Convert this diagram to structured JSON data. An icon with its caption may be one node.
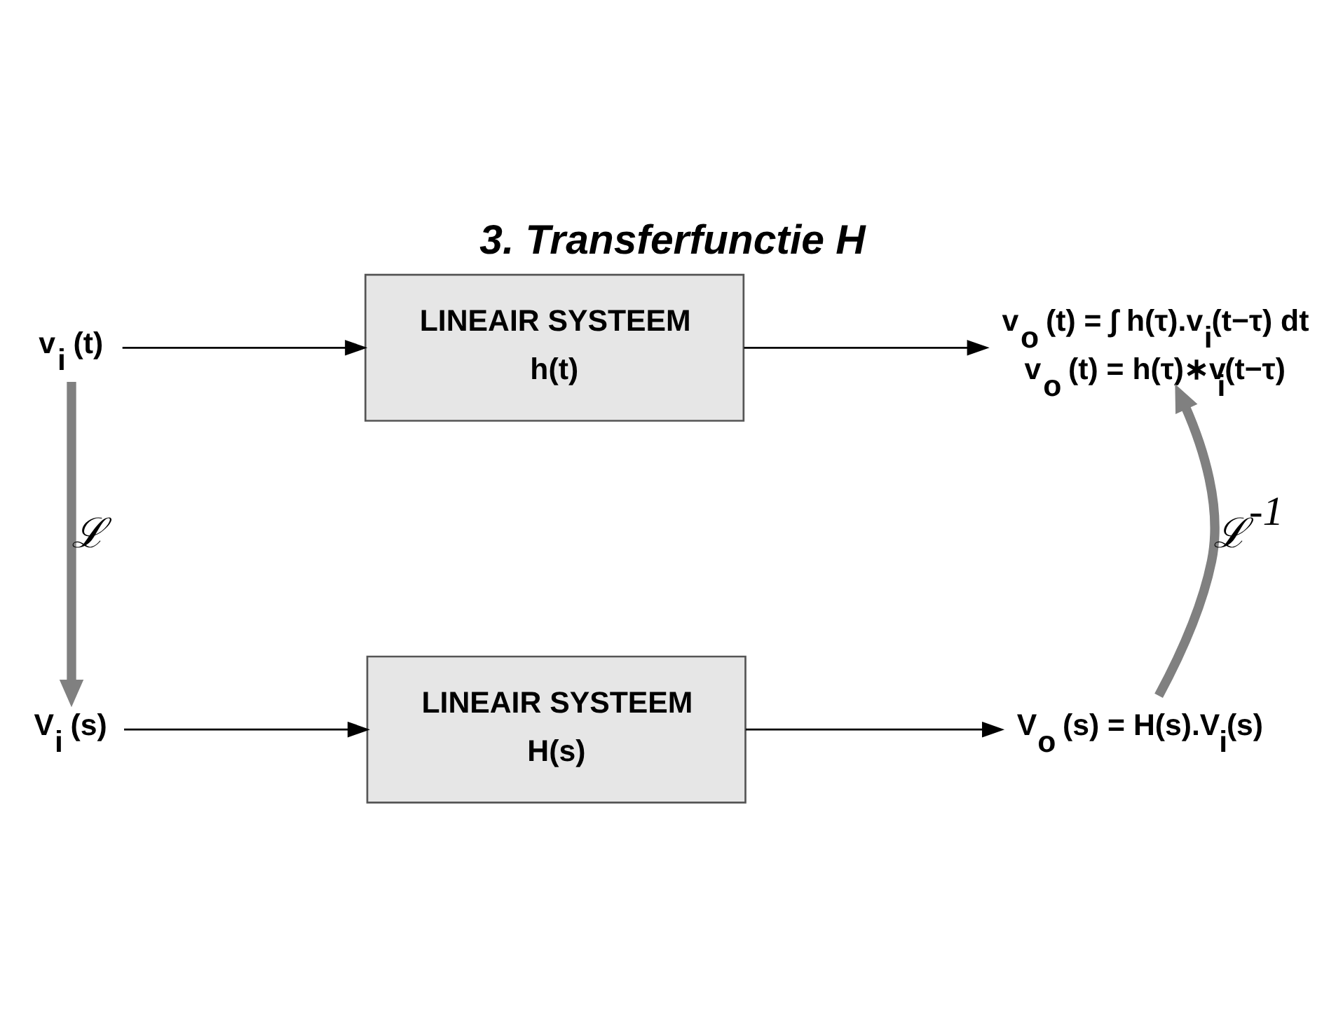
{
  "diagram": {
    "title": "3. Transferfunctie H",
    "nodes": [
      {
        "text": [
          "v$_{i}$ (t)"
        ]
      },
      {
        "text": [
          "LINEAIR SYSTEEM",
          "h(t)"
        ]
      },
      {
        "text": [
          "v$_{o}$ (t) = ∫ h(τ).v$_{i}$(t−τ) dt",
          "v$_{o}$ (t) = h(τ)∗v$_{i}$(t−τ)"
        ]
      },
      {
        "text": [
          "V$_{i}$ (s)"
        ]
      },
      {
        "text": [
          "LINEAIR SYSTEEM",
          "H(s)"
        ]
      },
      {
        "text": [
          "V$_{o}$ (s) = H(s).V$_{i}$(s)"
        ]
      }
    ],
    "edges": [
      {
        "from": 0,
        "to": 1,
        "arrow": "to"
      },
      {
        "from": 1,
        "to": 2,
        "arrow": "to"
      },
      {
        "from": 0,
        "to": 3,
        "arrow": "to",
        "label": "ℒ",
        "style": "thick",
        "color": "#808080"
      },
      {
        "from": 5,
        "to": 2,
        "arrow": "to",
        "label": "ℒ$^{-1}$",
        "style": "thick",
        "color": "#808080"
      },
      {
        "from": 3,
        "to": 4,
        "arrow": "to"
      },
      {
        "from": 4,
        "to": 5,
        "arrow": "to"
      }
    ]
  }
}
